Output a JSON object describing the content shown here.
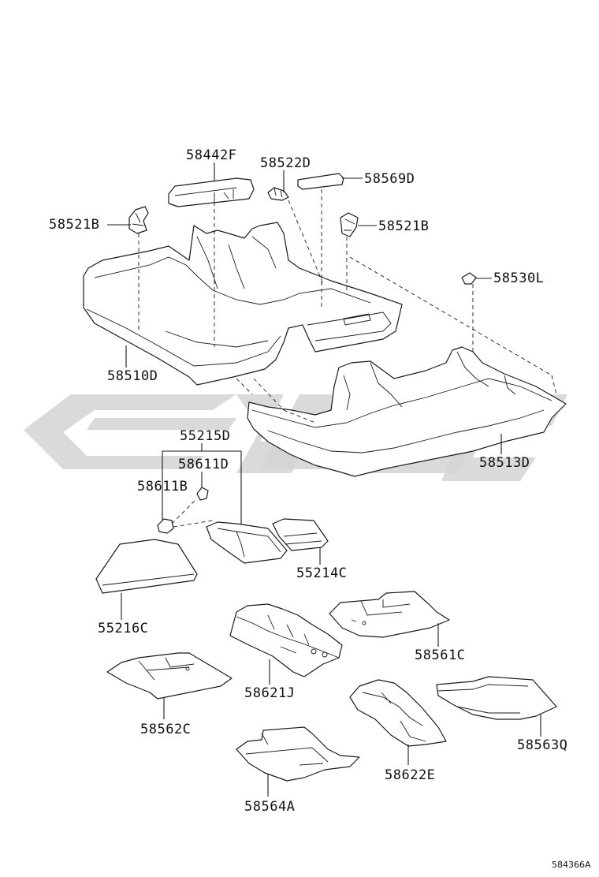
{
  "diagram": {
    "reference": "584366A",
    "parts": [
      {
        "id": "p58442F",
        "label": "58442F"
      },
      {
        "id": "p58522D",
        "label": "58522D"
      },
      {
        "id": "p58569D",
        "label": "58569D"
      },
      {
        "id": "p58521B_l",
        "label": "58521B"
      },
      {
        "id": "p58521B_r",
        "label": "58521B"
      },
      {
        "id": "p58530L",
        "label": "58530L"
      },
      {
        "id": "p58510D",
        "label": "58510D"
      },
      {
        "id": "p58513D",
        "label": "58513D"
      },
      {
        "id": "p55215D",
        "label": "55215D"
      },
      {
        "id": "p58611D",
        "label": "58611D"
      },
      {
        "id": "p58611B",
        "label": "58611B"
      },
      {
        "id": "p55214C",
        "label": "55214C"
      },
      {
        "id": "p55216C",
        "label": "55216C"
      },
      {
        "id": "p58561C",
        "label": "58561C"
      },
      {
        "id": "p58621J",
        "label": "58621J"
      },
      {
        "id": "p58562C",
        "label": "58562C"
      },
      {
        "id": "p58563Q",
        "label": "58563Q"
      },
      {
        "id": "p58622E",
        "label": "58622E"
      },
      {
        "id": "p58564A",
        "label": "58564A"
      }
    ]
  }
}
